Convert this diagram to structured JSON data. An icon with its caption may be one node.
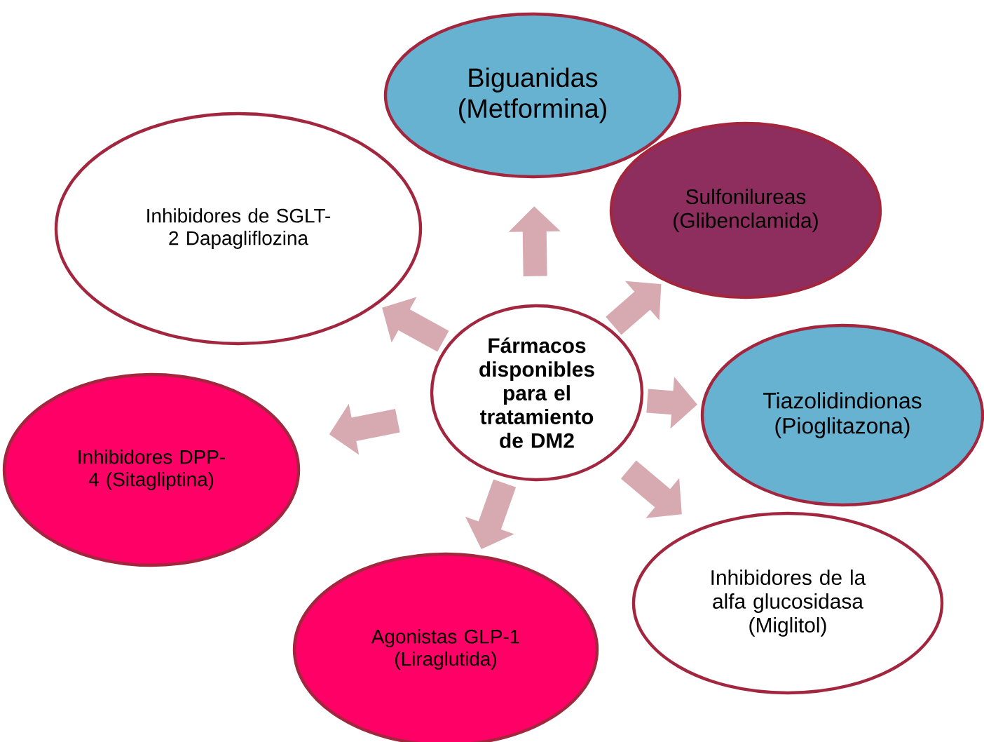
{
  "diagram": {
    "nodes": [
      {
        "text": [
          "Fármacos disponibles para el tratamiento de DM2"
        ]
      },
      {
        "text": [
          "Biguanidas (Metformina)"
        ]
      },
      {
        "text": [
          "Sulfonilureas (Glibenclamida)"
        ]
      },
      {
        "text": [
          "Tiazolidindionas (Pioglitazona)"
        ]
      },
      {
        "text": [
          "Inhibidores de la alfa glucosidasa (Miglitol)"
        ]
      },
      {
        "text": [
          "Agonistas GLP-1 (Liraglutida)"
        ]
      },
      {
        "text": [
          "Inhibidores DPP-4 (Sitagliptina)"
        ]
      },
      {
        "text": [
          "Inhibidores de SGLT-2 Dapagliflozina"
        ]
      }
    ],
    "edges": [
      {
        "from": 0,
        "to": 1,
        "arrow": "to"
      },
      {
        "from": 0,
        "to": 2,
        "arrow": "to"
      },
      {
        "from": 0,
        "to": 3,
        "arrow": "to"
      },
      {
        "from": 0,
        "to": 4,
        "arrow": "to"
      },
      {
        "from": 0,
        "to": 5,
        "arrow": "to"
      },
      {
        "from": 0,
        "to": 6,
        "arrow": "to"
      },
      {
        "from": 0,
        "to": 7,
        "arrow": "to"
      }
    ]
  }
}
